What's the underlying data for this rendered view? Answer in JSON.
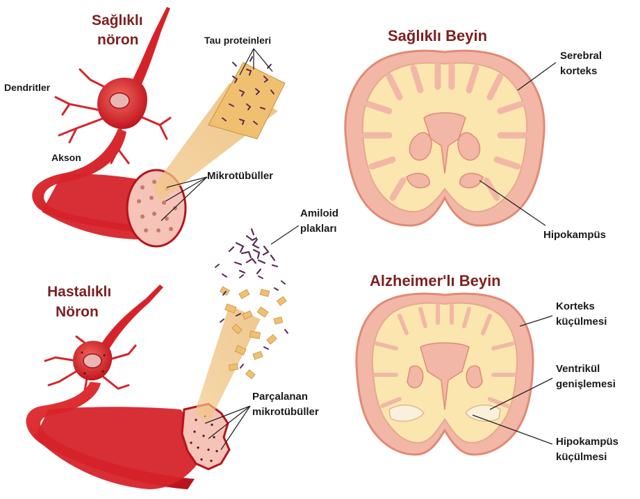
{
  "neurons": {
    "healthy": {
      "title_line1": "Sağlıklı",
      "title_line2": "nöron"
    },
    "diseased": {
      "title_line1": "Hastalıklı",
      "title_line2": "Nöron"
    }
  },
  "labels": {
    "dendrites": "Dendritler",
    "axon": "Akson",
    "tau": "Tau proteinleri",
    "microtubules": "Mikrotübüller",
    "amyloid_line1": "Amiloid",
    "amyloid_line2": "plakları",
    "broken_line1": "Parçalanan",
    "broken_line2": "mikrotübüller"
  },
  "brains": {
    "healthy": {
      "title": "Sağlıklı Beyin",
      "cortex_line1": "Serebral",
      "cortex_line2": "korteks",
      "hippocampus": "Hipokampüs"
    },
    "alzheimer": {
      "title": "Alzheimer'lı Beyin",
      "cortex_line1": "Korteks",
      "cortex_line2": "küçülmesi",
      "ventricle_line1": "Ventrikül",
      "ventricle_line2": "genişlemesi",
      "hippo_line1": "Hipokampüs",
      "hippo_line2": "küçülmesi"
    }
  },
  "colors": {
    "neuron_red": "#d6232a",
    "brain_pink": "#f2b7a6",
    "brain_cream": "#fbe6b0",
    "title_maroon": "#7d1f1f"
  }
}
